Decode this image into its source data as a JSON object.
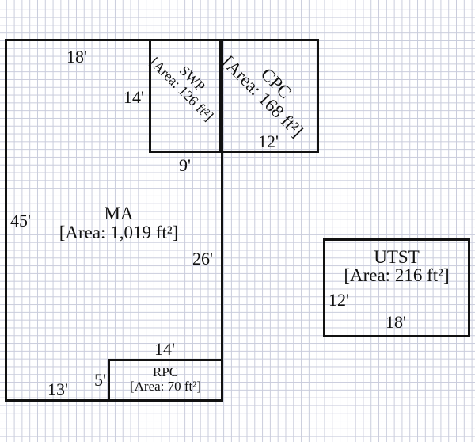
{
  "rooms": {
    "ma": {
      "name": "MA",
      "area": "[Area: 1,019 ft²]",
      "dims": [
        "18'",
        "45'",
        "26'",
        "9'",
        "14'",
        "13'",
        "5'"
      ]
    },
    "swp": {
      "name": "SWP",
      "area": "[Area: 126 ft²]",
      "dims": [
        "14'"
      ]
    },
    "cpc": {
      "name": "CPC",
      "area": "[Area: 168 ft²]",
      "dims": [
        "12'"
      ]
    },
    "rpc": {
      "name": "RPC",
      "area": "[Area: 70 ft²]",
      "dims": [
        "14'",
        "5'"
      ]
    },
    "utst": {
      "name": "UTST",
      "area": "[Area: 216 ft²]",
      "dims": [
        "12'",
        "18'"
      ]
    }
  }
}
